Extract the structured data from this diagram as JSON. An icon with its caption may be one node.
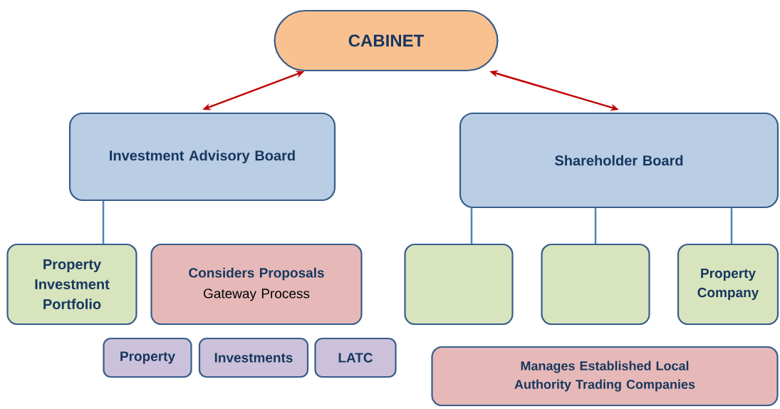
{
  "diagram": {
    "nodes": [
      {
        "text": [
          "CABINET"
        ]
      },
      {
        "text": [
          "Investment Advisory Board"
        ]
      },
      {
        "text": [
          "Shareholder Board"
        ]
      },
      {
        "text": [
          "Property Investment Portfolio"
        ]
      },
      {
        "text": [
          "Considers Proposals",
          "Gateway Process"
        ]
      },
      {
        "text": [
          "Property"
        ]
      },
      {
        "text": [
          "Investments"
        ]
      },
      {
        "text": [
          "LATC"
        ]
      },
      {
        "text": [],
        "shape": "box"
      },
      {
        "text": [],
        "shape": "box"
      },
      {
        "text": [
          "Property Company"
        ]
      },
      {
        "text": [
          "Manages Established Local Authority Trading Companies"
        ]
      }
    ],
    "edges": [
      {
        "from": 0,
        "to": 1,
        "arrow": "both",
        "color": "#c00000"
      },
      {
        "from": 0,
        "to": 2,
        "arrow": "both",
        "color": "#c00000"
      },
      {
        "from": 1,
        "to": 3,
        "arrow": "none"
      },
      {
        "from": 2,
        "to": 8,
        "arrow": "none"
      },
      {
        "from": 2,
        "to": 9,
        "arrow": "none"
      },
      {
        "from": 2,
        "to": 10,
        "arrow": "none"
      }
    ]
  }
}
